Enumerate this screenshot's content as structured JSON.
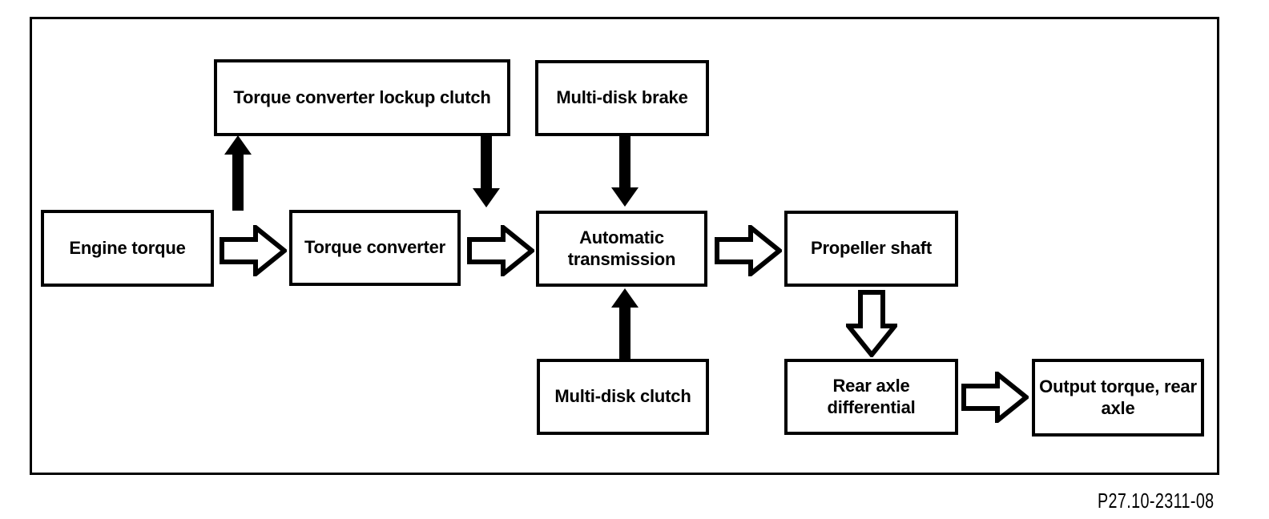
{
  "diagram": {
    "caption": "P27.10-2311-08",
    "colors": {
      "ink": "#000000",
      "paper": "#ffffff"
    },
    "nodes": {
      "engine_torque": {
        "label": "Engine torque"
      },
      "torque_converter_lockup_clutch": {
        "label": "Torque converter lockup clutch"
      },
      "torque_converter": {
        "label": "Torque converter"
      },
      "multi_disk_brake": {
        "label": "Multi-disk brake"
      },
      "automatic_transmission": {
        "label": "Automatic transmission"
      },
      "multi_disk_clutch": {
        "label": "Multi-disk clutch"
      },
      "propeller_shaft": {
        "label": "Propeller shaft"
      },
      "rear_axle_differential": {
        "label": "Rear axle differential"
      },
      "output_torque_rear_axle": {
        "label": "Output torque, rear axle"
      }
    },
    "arrows": {
      "solid": [
        "engine-path-up-to-lockup-clutch",
        "lockup-clutch-down-to-converter-output",
        "multi-disk-brake-down-to-transmission",
        "multi-disk-clutch-up-to-transmission"
      ],
      "hollow": [
        "engine-to-converter",
        "converter-to-transmission",
        "transmission-to-propeller-shaft",
        "propeller-shaft-to-rear-axle-differential",
        "rear-axle-differential-to-output"
      ]
    }
  }
}
